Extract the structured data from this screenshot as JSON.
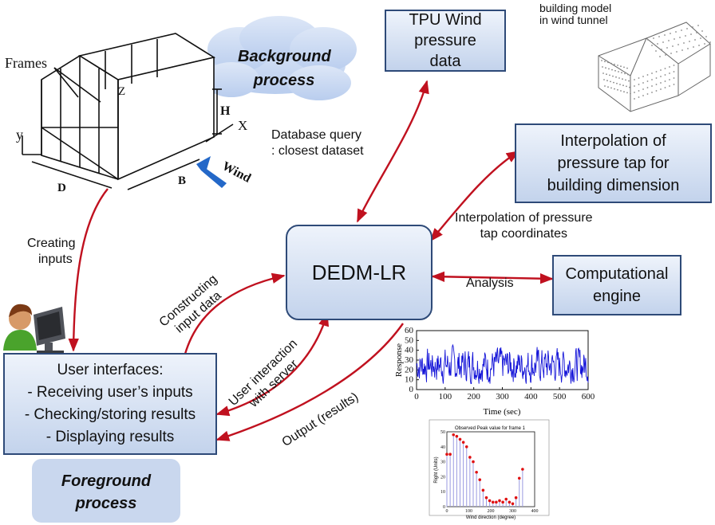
{
  "background_process": "Background process",
  "foreground_process": "Foreground process",
  "tpu_box": "TPU Wind pressure data",
  "interp_box": "Interpolation of pressure tap for building dimension",
  "dedm_box": "DEDM-LR",
  "engine_box": "Computational engine",
  "ui_box": {
    "title": "User interfaces:",
    "lines": [
      "- Receiving user’s inputs",
      "- Checking/storing results",
      "- Displaying results"
    ]
  },
  "building_model": {
    "line1": "building model",
    "line2": "in wind tunnel"
  },
  "frame_sketch": {
    "frames": "Frames",
    "z": "Z",
    "h": "H",
    "x": "X",
    "y": "y",
    "d": "D",
    "b": "B",
    "wind": "Wind"
  },
  "arrow_labels": {
    "db_query_1": "Database query",
    "db_query_2": ": closest dataset",
    "interp_coords_1": "Interpolation of pressure",
    "interp_coords_2": "tap coordinates",
    "analysis": "Analysis",
    "creating_inputs_1": "Creating",
    "creating_inputs_2": "inputs",
    "constructing_1": "Constructing",
    "constructing_2": "input data",
    "user_interaction_1": "User interaction",
    "user_interaction_2": "with server",
    "output": "Output (results)"
  },
  "time_series_plot": {
    "ylabel": "Response",
    "xlabel": "Time (sec)",
    "xticks": [
      "0",
      "100",
      "200",
      "300",
      "400",
      "500",
      "600"
    ],
    "yticks": [
      "0",
      "10",
      "20",
      "30",
      "40",
      "50",
      "60"
    ]
  },
  "peak_plot": {
    "title": "Observed Peak value for frame 1",
    "ylabel": "Right (Units)",
    "xlabel": "Wind direction (degree)",
    "xticks": [
      "0",
      "100",
      "200",
      "300",
      "400"
    ],
    "yticks": [
      "0",
      "10",
      "20",
      "30",
      "40",
      "50"
    ],
    "values": [
      35,
      35,
      48,
      47,
      45,
      43,
      40,
      33,
      30,
      23,
      18,
      11,
      6,
      4,
      3,
      3,
      4,
      3,
      5,
      3,
      2,
      6,
      19,
      25
    ]
  },
  "colors": {
    "arrow": "#c0111f",
    "box_border": "#2e4a78",
    "cloud": "#c5d6f2",
    "wind_arrow": "#2468c8",
    "series": "#1414d8",
    "peak_marker": "#e01010",
    "stem": "#9a9ae0"
  }
}
